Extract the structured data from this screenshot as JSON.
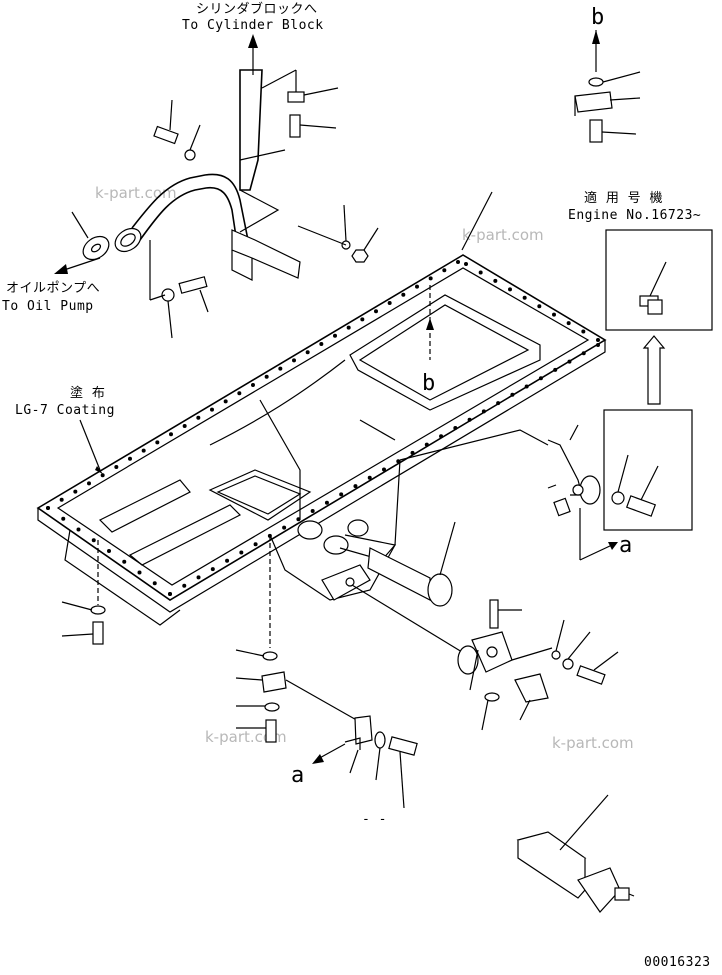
{
  "labels": {
    "to_cylinder_block_jp": "シリンダブロックへ",
    "to_cylinder_block_en": "To Cylinder Block",
    "to_oil_pump_jp": "オイルポンプへ",
    "to_oil_pump_en": "To Oil Pump",
    "coating_jp": "塗 布",
    "coating_en": "LG-7 Coating",
    "applicable_jp": "適 用 号 機",
    "applicable_en": "Engine No.16723~",
    "ref_b_top": "b",
    "ref_b_pan": "b",
    "ref_a_right": "a",
    "ref_a_left": "a",
    "stray_mark": "- -",
    "figure_number": "00016323"
  },
  "watermarks": [
    "k-part.com",
    "k-part.com",
    "k-part.com",
    "k-part.com"
  ]
}
